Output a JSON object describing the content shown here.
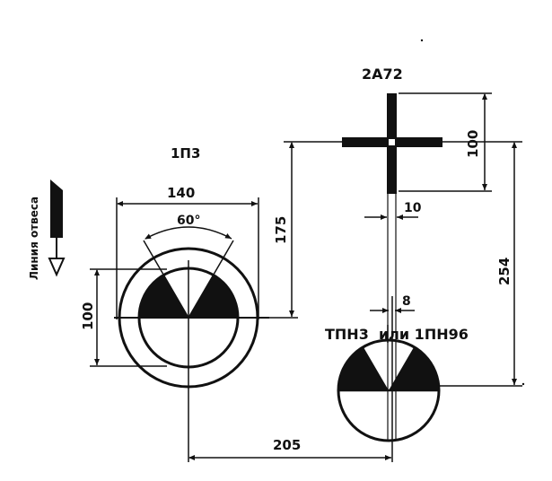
{
  "colors": {
    "ink": "#111111",
    "paper": "#ffffff"
  },
  "labels": {
    "plumb_line": "Линия отвеса",
    "sight_1p3": "1П3",
    "sight_2a72": "2А72",
    "sight_tpn": "ТПН3  или 1ПН96",
    "angle_60": "60°"
  },
  "dimensions": {
    "d140": "140",
    "d100_left": "100",
    "d175": "175",
    "d100_top": "100",
    "d10": "10",
    "d254": "254",
    "d8": "8",
    "d205": "205"
  }
}
